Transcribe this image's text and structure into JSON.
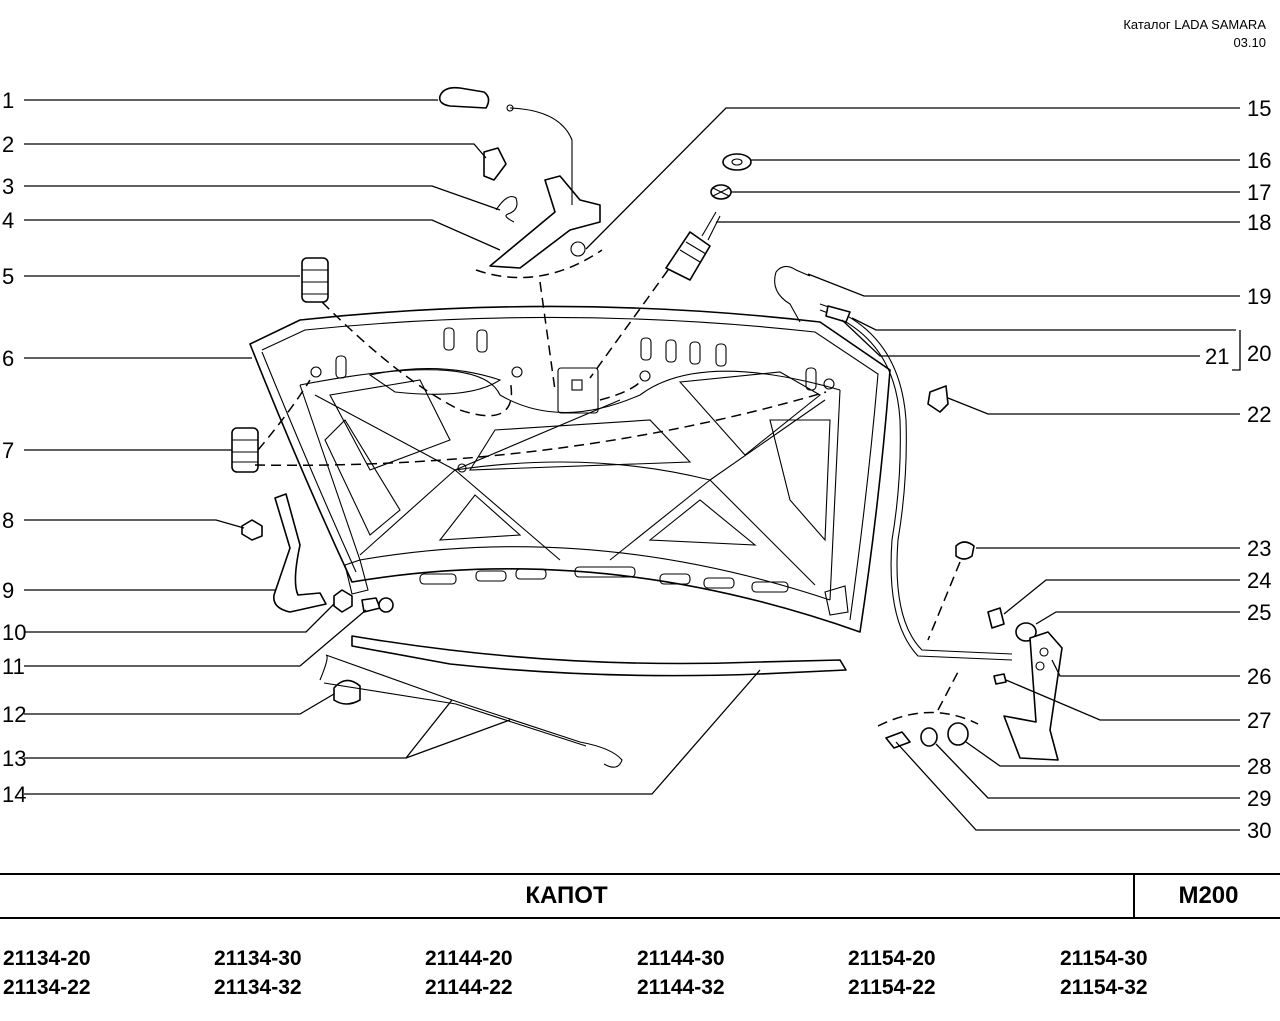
{
  "header": {
    "catalog": "Каталог  LADA SAMARA",
    "date": "03.10"
  },
  "callouts": {
    "c1": "1",
    "c2": "2",
    "c3": "3",
    "c4": "4",
    "c5": "5",
    "c6": "6",
    "c7": "7",
    "c8": "8",
    "c9": "9",
    "c10": "10",
    "c11": "11",
    "c12": "12",
    "c13": "13",
    "c14": "14",
    "c15": "15",
    "c16": "16",
    "c17": "17",
    "c18": "18",
    "c19": "19",
    "c20": "20",
    "c21": "21",
    "c22": "22",
    "c23": "23",
    "c24": "24",
    "c25": "25",
    "c26": "26",
    "c27": "27",
    "c28": "28",
    "c29": "29",
    "c30": "30"
  },
  "footer": {
    "title": "КАПОТ",
    "code": "M200",
    "models": [
      [
        "21134-20",
        "21134-22"
      ],
      [
        "21134-30",
        "21134-32"
      ],
      [
        "21144-20",
        "21144-22"
      ],
      [
        "21144-30",
        "21144-32"
      ],
      [
        "21154-20",
        "21154-22"
      ],
      [
        "21154-30",
        "21154-32"
      ]
    ]
  }
}
